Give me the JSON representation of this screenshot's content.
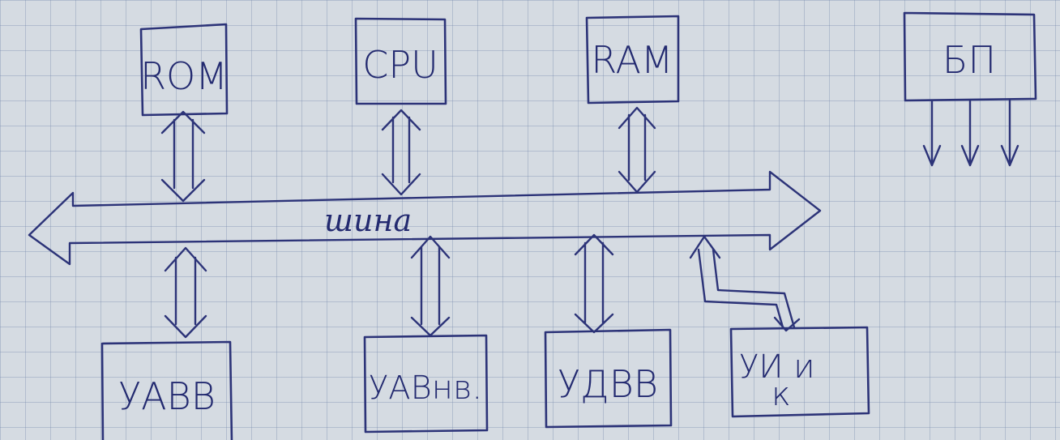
{
  "diagram": {
    "blocks": [
      {
        "id": "rom",
        "label": "ROM"
      },
      {
        "id": "cpu",
        "label": "CPU"
      },
      {
        "id": "ram",
        "label": "RAM"
      },
      {
        "id": "bp",
        "label": "БП"
      },
      {
        "id": "uavv",
        "label": "УАВВ"
      },
      {
        "id": "uavnv",
        "label": "УАВнв."
      },
      {
        "id": "udvv",
        "label": "УДВВ"
      },
      {
        "id": "uik",
        "label_top": "УИ и",
        "label_bottom": "к"
      }
    ],
    "bus": {
      "label": "шина"
    },
    "connections": [
      {
        "from": "ROM",
        "to": "шина",
        "type": "bidirectional"
      },
      {
        "from": "CPU",
        "to": "шина",
        "type": "bidirectional"
      },
      {
        "from": "RAM",
        "to": "шина",
        "type": "bidirectional"
      },
      {
        "from": "шина",
        "to": "УАВВ",
        "type": "bidirectional"
      },
      {
        "from": "шина",
        "to": "УАВнв.",
        "type": "bidirectional"
      },
      {
        "from": "шина",
        "to": "УДВВ",
        "type": "bidirectional"
      },
      {
        "from": "шина",
        "to": "УИ и к",
        "type": "bidirectional"
      },
      {
        "from": "БП",
        "to": "outputs",
        "type": "unidirectional",
        "count": 3
      }
    ],
    "colors": {
      "ink": "#2c3378",
      "paper": "#d5dbe2",
      "grid": "#8b9ab5"
    }
  }
}
